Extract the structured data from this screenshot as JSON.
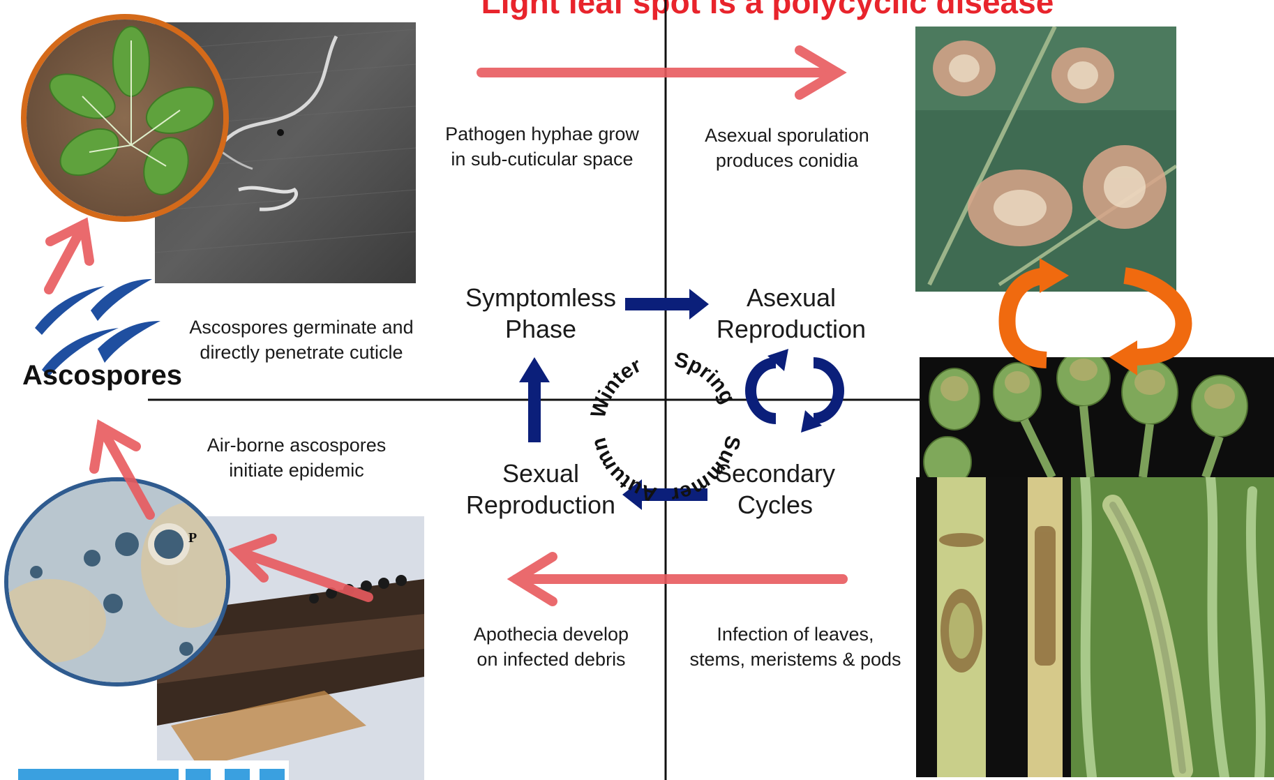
{
  "title": "Light leaf spot is a polycyclic disease",
  "captions": {
    "hyphae": "Pathogen hyphae grow\nin sub-cuticular space",
    "sporulation": "Asexual sporulation\nproduces conidia",
    "ascospores_germinate": "Ascospores germinate and\ndirectly penetrate cuticle",
    "airborne": "Air-borne ascospores\ninitiate epidemic",
    "apothecia": "Apothecia develop\non infected debris",
    "infection": "Infection of leaves,\nstems, meristems & pods"
  },
  "phases": {
    "symptomless": "Symptomless\nPhase",
    "asexual": "Asexual\nReproduction",
    "sexual": "Sexual\nReproduction",
    "secondary": "Secondary\nCycles"
  },
  "seasons": {
    "autumn": "Autumn",
    "winter": "Winter",
    "spring": "Spring",
    "summer": "Summer"
  },
  "ascospores_label": "Ascospores",
  "micrograph_marker": "P",
  "colors": {
    "title_red": "#e8242c",
    "arrow_red": "#e85a5e",
    "navy_arrow": "#0b1f7a",
    "orange_cycle": "#f06a0f",
    "spore_blue": "#1f4fa0"
  }
}
